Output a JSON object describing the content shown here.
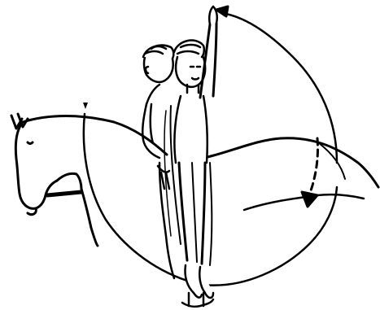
{
  "illustration": {
    "subject": "vaulting-figure-on-horse",
    "ink_color": "#000000",
    "background_color": "#ffffff",
    "icons": [
      "horse-silhouette",
      "two-vaulters",
      "movement-arc-arrow",
      "downbeat-marker"
    ]
  }
}
